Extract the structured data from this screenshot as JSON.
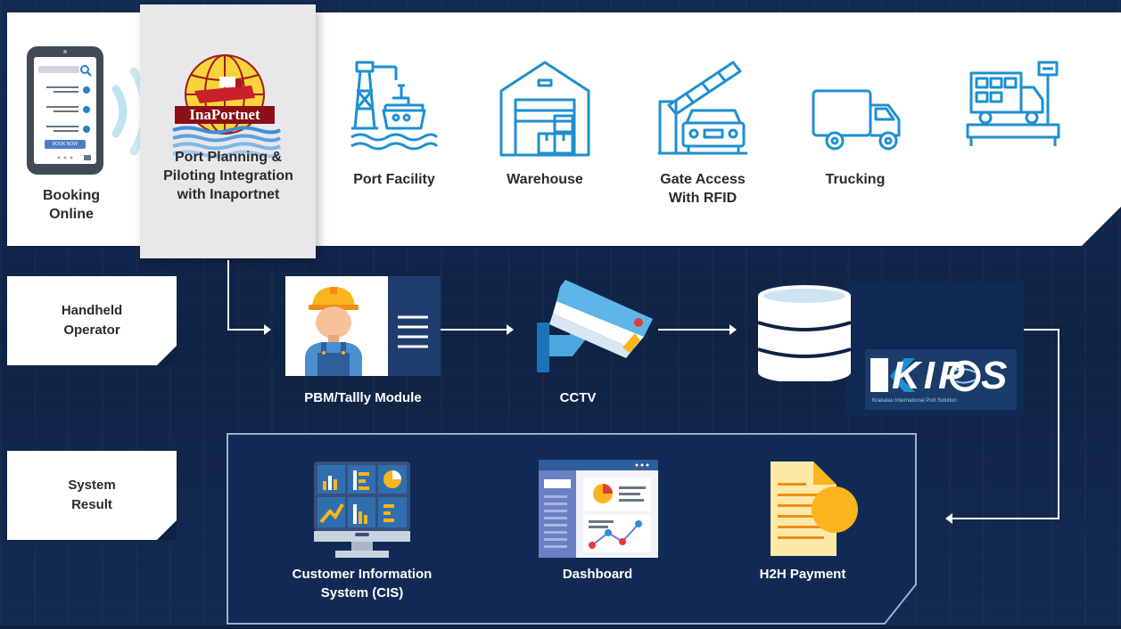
{
  "top_row": {
    "booking": {
      "label_line1": "Booking",
      "label_line2": "Online",
      "phone_button": "BOOK NOW"
    },
    "inaportnet": {
      "logo_text": "InaPortnet",
      "label_line1": "Port Planning &",
      "label_line2": "Piloting Integration",
      "label_line3": "with Inaportnet"
    },
    "port_facility": {
      "label": "Port Facility"
    },
    "warehouse": {
      "label": "Warehouse"
    },
    "gate_access": {
      "label_line1": "Gate Access",
      "label_line2": "With RFID"
    },
    "trucking": {
      "label": "Trucking"
    }
  },
  "middle_row": {
    "side_label_line1": "Handheld",
    "side_label_line2": "Operator",
    "pbm": {
      "label": "PBM/Tallly Module"
    },
    "cctv": {
      "label": "CCTV"
    },
    "kipos": {
      "logo_text": "KIP S",
      "tagline": "Krakatau International Port Solution"
    }
  },
  "bottom_row": {
    "side_label_line1": "System",
    "side_label_line2": "Result",
    "cis": {
      "label_line1": "Customer Information",
      "label_line2": "System (CIS)"
    },
    "dashboard": {
      "label": "Dashboard"
    },
    "h2h": {
      "label": "H2H Payment"
    }
  },
  "colors": {
    "icon_blue": "#1d8fd0",
    "panel_white": "#ffffff",
    "navy": "#12284f",
    "accent_yellow": "#f9b51b",
    "accent_red": "#e63a3a"
  }
}
